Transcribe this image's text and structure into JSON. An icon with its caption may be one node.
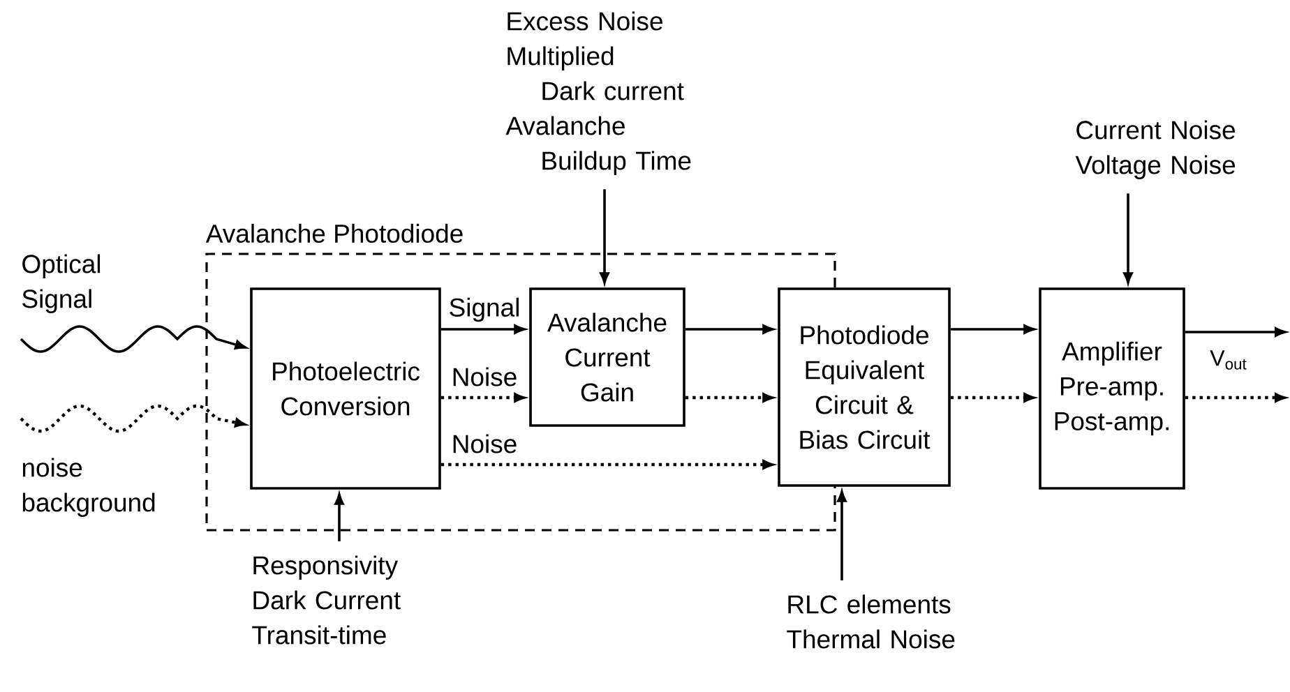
{
  "diagram": {
    "nodes": [
      {
        "text": [
          "Avalanche Photodiode"
        ]
      },
      {
        "text": [
          "Optical Signal"
        ]
      },
      {
        "text": [
          "noise background"
        ]
      },
      {
        "text": [
          "Photoelectric Conversion"
        ],
        "in": 0
      },
      {
        "text": [
          "Avalanche Current Gain"
        ],
        "in": 0
      },
      {
        "text": [
          "Photodiode Equivalent Circuit & Bias Circuit"
        ]
      },
      {
        "text": [
          "Amplifier Pre-amp. Post-amp."
        ]
      },
      {
        "text": [
          "Excess Noise",
          "Multiplied Dark current",
          "Avalanche Buildup Time"
        ]
      },
      {
        "text": [
          "Current Noise",
          "Voltage Noise"
        ]
      },
      {
        "text": [
          "Responsivity",
          "Dark Current",
          "Transit-time"
        ]
      },
      {
        "text": [
          "RLC elements",
          "Thermal Noise"
        ]
      }
    ],
    "edges": [
      {
        "from": 1,
        "to": 3,
        "arrow": "to"
      },
      {
        "from": 2,
        "to": 3,
        "arrow": "to",
        "style": "dashed"
      },
      {
        "from": 3,
        "to": 4,
        "arrow": "to",
        "label": "Signal"
      },
      {
        "from": 3,
        "to": 4,
        "arrow": "to",
        "label": "Noise",
        "style": "dashed"
      },
      {
        "from": 3,
        "to": 5,
        "arrow": "to",
        "label": "Noise",
        "style": "dashed"
      },
      {
        "from": 4,
        "to": 5,
        "arrow": "to"
      },
      {
        "from": 4,
        "to": 5,
        "arrow": "to",
        "style": "dashed"
      },
      {
        "from": 5,
        "to": 6,
        "arrow": "to"
      },
      {
        "from": 5,
        "to": 6,
        "arrow": "to",
        "style": "dashed"
      },
      {
        "from": 6,
        "to": null,
        "arrow": "to"
      },
      {
        "from": 6,
        "to": null,
        "arrow": "to",
        "style": "dashed"
      },
      {
        "from": 7,
        "to": 4,
        "arrow": "to"
      },
      {
        "from": 8,
        "to": 6,
        "arrow": "to"
      },
      {
        "from": 9,
        "to": 3,
        "arrow": "to"
      },
      {
        "from": 10,
        "to": 5,
        "arrow": "to"
      }
    ],
    "labels": [
      "V$_{out}$"
    ]
  }
}
